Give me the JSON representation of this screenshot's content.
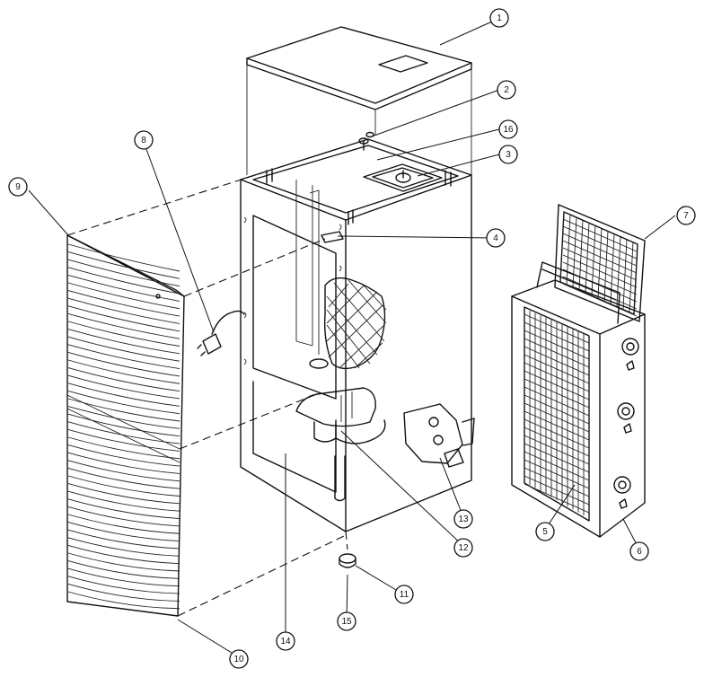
{
  "callouts": [
    {
      "label": "1"
    },
    {
      "label": "2"
    },
    {
      "label": "16"
    },
    {
      "label": "3"
    },
    {
      "label": "8"
    },
    {
      "label": "9"
    },
    {
      "label": "4"
    },
    {
      "label": "7"
    },
    {
      "label": "5"
    },
    {
      "label": "6"
    },
    {
      "label": "13"
    },
    {
      "label": "12"
    },
    {
      "label": "11"
    },
    {
      "label": "14"
    },
    {
      "label": "15"
    },
    {
      "label": "10"
    }
  ],
  "colors": {
    "line": "#111111",
    "background": "#ffffff"
  }
}
